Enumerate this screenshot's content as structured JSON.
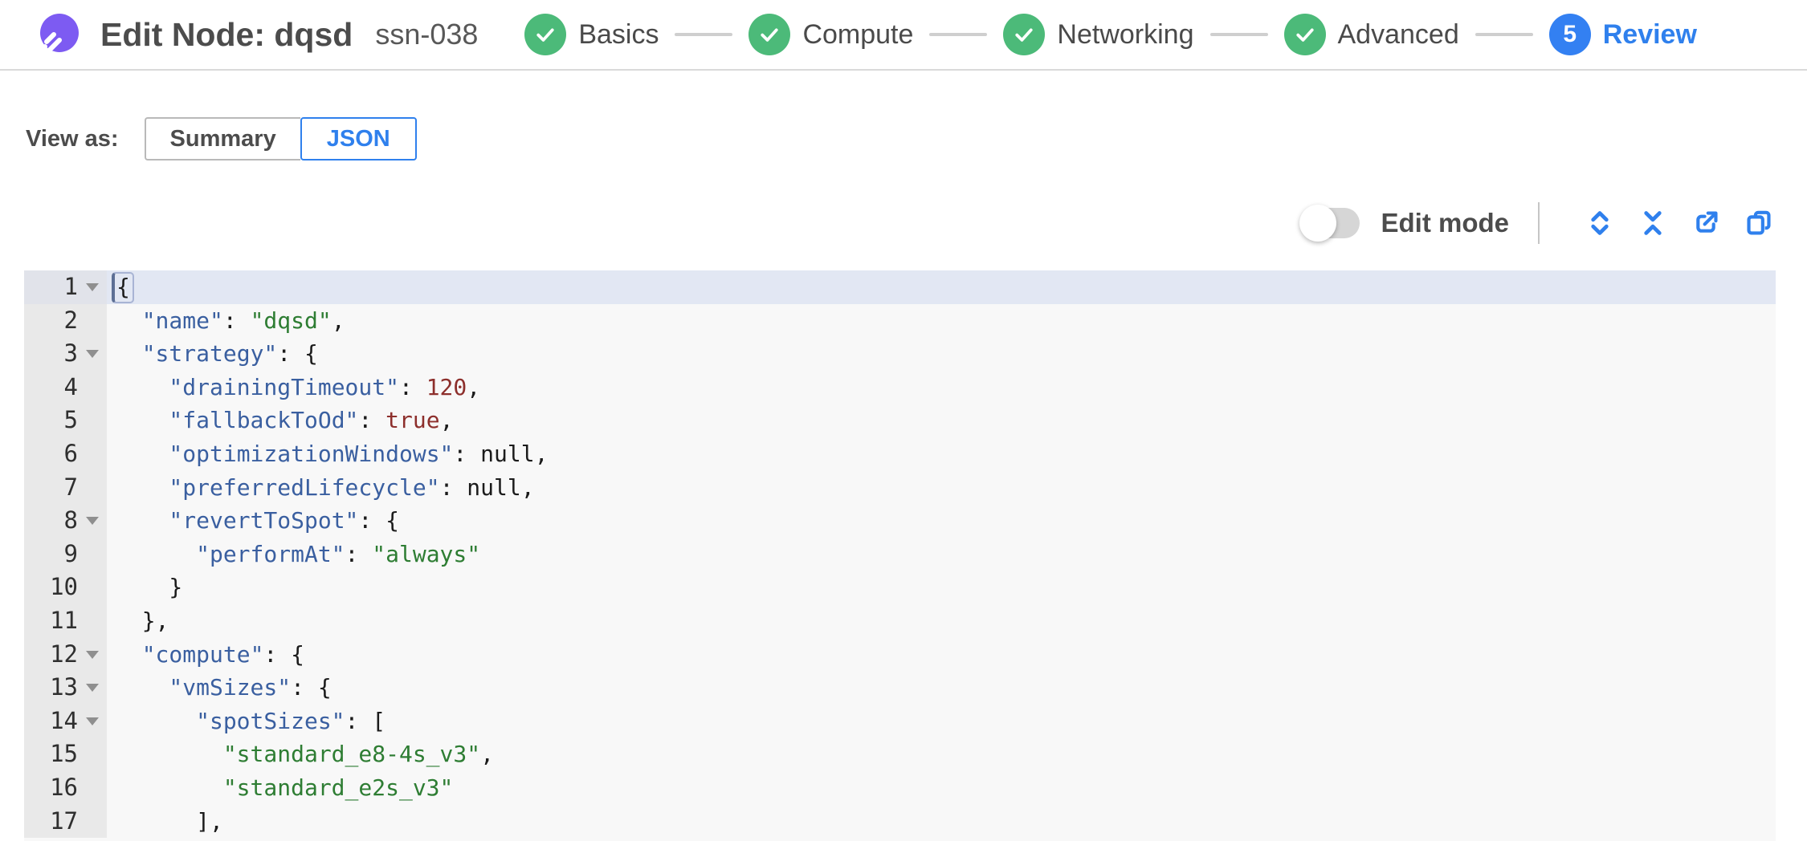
{
  "header": {
    "title": "Edit Node: dqsd",
    "subtitle": "ssn-038",
    "steps": [
      {
        "label": "Basics",
        "state": "complete"
      },
      {
        "label": "Compute",
        "state": "complete"
      },
      {
        "label": "Networking",
        "state": "complete"
      },
      {
        "label": "Advanced",
        "state": "complete"
      },
      {
        "label": "Review",
        "state": "active",
        "number": "5"
      }
    ]
  },
  "view_as": {
    "label": "View as:",
    "options": [
      {
        "label": "Summary",
        "active": false
      },
      {
        "label": "JSON",
        "active": true
      }
    ]
  },
  "toolbar": {
    "edit_mode_label": "Edit mode",
    "edit_mode_on": false,
    "icons": [
      {
        "name": "unfold-lines-icon"
      },
      {
        "name": "fold-lines-icon"
      },
      {
        "name": "export-icon"
      },
      {
        "name": "copy-icon"
      }
    ]
  },
  "colors": {
    "brand_purple": "#7d5bf2",
    "success_green": "#4cba79",
    "accent_blue": "#2f80ed",
    "key": "#3a5fa0",
    "string": "#2e7d33",
    "number": "#8d2f2c",
    "active_line": "#e2e7f3"
  },
  "editor": {
    "active_line": 1,
    "lines": [
      {
        "num": 1,
        "fold": true,
        "active": true,
        "indent": 0,
        "segs": [
          {
            "t": "{",
            "c": "ph"
          }
        ]
      },
      {
        "num": 2,
        "fold": false,
        "indent": 1,
        "segs": [
          {
            "t": "\"name\"",
            "c": "k"
          },
          {
            "t": ": ",
            "c": "p"
          },
          {
            "t": "\"dqsd\"",
            "c": "s"
          },
          {
            "t": ",",
            "c": "p"
          }
        ]
      },
      {
        "num": 3,
        "fold": true,
        "indent": 1,
        "segs": [
          {
            "t": "\"strategy\"",
            "c": "k"
          },
          {
            "t": ": {",
            "c": "p"
          }
        ]
      },
      {
        "num": 4,
        "fold": false,
        "indent": 2,
        "segs": [
          {
            "t": "\"drainingTimeout\"",
            "c": "k"
          },
          {
            "t": ": ",
            "c": "p"
          },
          {
            "t": "120",
            "c": "n"
          },
          {
            "t": ",",
            "c": "p"
          }
        ]
      },
      {
        "num": 5,
        "fold": false,
        "indent": 2,
        "segs": [
          {
            "t": "\"fallbackToOd\"",
            "c": "k"
          },
          {
            "t": ": ",
            "c": "p"
          },
          {
            "t": "true",
            "c": "n"
          },
          {
            "t": ",",
            "c": "p"
          }
        ]
      },
      {
        "num": 6,
        "fold": false,
        "indent": 2,
        "segs": [
          {
            "t": "\"optimizationWindows\"",
            "c": "k"
          },
          {
            "t": ": ",
            "c": "p"
          },
          {
            "t": "null",
            "c": "u"
          },
          {
            "t": ",",
            "c": "p"
          }
        ]
      },
      {
        "num": 7,
        "fold": false,
        "indent": 2,
        "segs": [
          {
            "t": "\"preferredLifecycle\"",
            "c": "k"
          },
          {
            "t": ": ",
            "c": "p"
          },
          {
            "t": "null",
            "c": "u"
          },
          {
            "t": ",",
            "c": "p"
          }
        ]
      },
      {
        "num": 8,
        "fold": true,
        "indent": 2,
        "segs": [
          {
            "t": "\"revertToSpot\"",
            "c": "k"
          },
          {
            "t": ": {",
            "c": "p"
          }
        ]
      },
      {
        "num": 9,
        "fold": false,
        "indent": 3,
        "segs": [
          {
            "t": "\"performAt\"",
            "c": "k"
          },
          {
            "t": ": ",
            "c": "p"
          },
          {
            "t": "\"always\"",
            "c": "s"
          }
        ]
      },
      {
        "num": 10,
        "fold": false,
        "indent": 2,
        "segs": [
          {
            "t": "}",
            "c": "p"
          }
        ]
      },
      {
        "num": 11,
        "fold": false,
        "indent": 1,
        "segs": [
          {
            "t": "},",
            "c": "p"
          }
        ]
      },
      {
        "num": 12,
        "fold": true,
        "indent": 1,
        "segs": [
          {
            "t": "\"compute\"",
            "c": "k"
          },
          {
            "t": ": {",
            "c": "p"
          }
        ]
      },
      {
        "num": 13,
        "fold": true,
        "indent": 2,
        "segs": [
          {
            "t": "\"vmSizes\"",
            "c": "k"
          },
          {
            "t": ": {",
            "c": "p"
          }
        ]
      },
      {
        "num": 14,
        "fold": true,
        "indent": 3,
        "segs": [
          {
            "t": "\"spotSizes\"",
            "c": "k"
          },
          {
            "t": ": [",
            "c": "p"
          }
        ]
      },
      {
        "num": 15,
        "fold": false,
        "indent": 4,
        "segs": [
          {
            "t": "\"standard_e8-4s_v3\"",
            "c": "s"
          },
          {
            "t": ",",
            "c": "p"
          }
        ]
      },
      {
        "num": 16,
        "fold": false,
        "indent": 4,
        "segs": [
          {
            "t": "\"standard_e2s_v3\"",
            "c": "s"
          }
        ]
      },
      {
        "num": 17,
        "fold": false,
        "indent": 3,
        "segs": [
          {
            "t": "],",
            "c": "p"
          }
        ]
      }
    ]
  }
}
